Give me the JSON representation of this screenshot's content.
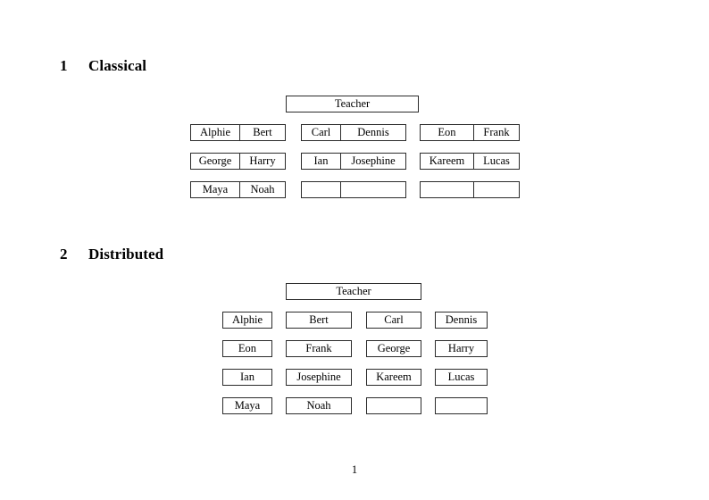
{
  "document": {
    "page_number": "1",
    "border_color": "#2b2b2b",
    "background_color": "#ffffff"
  },
  "sections": [
    {
      "number": "1",
      "title": "Classical",
      "teacher_label": "Teacher",
      "layout": "grouped-pairs",
      "groups": [
        {
          "rows": [
            {
              "cells": [
                "Alphie",
                "Bert"
              ]
            },
            {
              "cells": [
                "George",
                "Harry"
              ]
            },
            {
              "cells": [
                "Maya",
                "Noah"
              ]
            }
          ]
        },
        {
          "rows": [
            {
              "cells": [
                "Carl",
                "Dennis"
              ]
            },
            {
              "cells": [
                "Ian",
                "Josephine"
              ]
            },
            {
              "cells": [
                "",
                ""
              ]
            }
          ]
        },
        {
          "rows": [
            {
              "cells": [
                "Eon",
                "Frank"
              ]
            },
            {
              "cells": [
                "Kareem",
                "Lucas"
              ]
            },
            {
              "cells": [
                "",
                ""
              ]
            }
          ]
        }
      ]
    },
    {
      "number": "2",
      "title": "Distributed",
      "teacher_label": "Teacher",
      "layout": "separate-cells",
      "rows": [
        {
          "cells": [
            "Alphie",
            "Bert",
            "Carl",
            "Dennis"
          ]
        },
        {
          "cells": [
            "Eon",
            "Frank",
            "George",
            "Harry"
          ]
        },
        {
          "cells": [
            "Ian",
            "Josephine",
            "Kareem",
            "Lucas"
          ]
        },
        {
          "cells": [
            "Maya",
            "Noah",
            "",
            ""
          ]
        }
      ]
    }
  ]
}
